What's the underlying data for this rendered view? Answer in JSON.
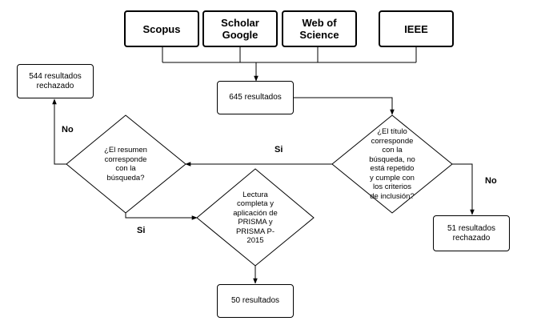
{
  "sources": {
    "scopus": "Scopus",
    "scholar_google": "Scholar\nGoogle",
    "web_of_science": "Web of\nScience",
    "ieee": "IEEE"
  },
  "results": {
    "r645": "645 resultados",
    "r544": "544 resultados\nrechazado",
    "r51": "51 resultados\nrechazado",
    "r50": "50 resultados"
  },
  "decisions": {
    "titulo": "¿El título\ncorresponde\ncon la\nbúsqueda, no\nestá repetido\ny cumple con\nlos criterios\nde inclusión?",
    "resumen": "¿El resumen\ncorresponde\ncon la\nbúsqueda?",
    "lectura": "Lectura\ncompleta y\naplicación de\nPRISMA y\nPRISMA P-\n2015"
  },
  "labels": {
    "si_titulo": "Si",
    "no_titulo": "No",
    "no_resumen": "No",
    "si_resumen": "Si"
  }
}
